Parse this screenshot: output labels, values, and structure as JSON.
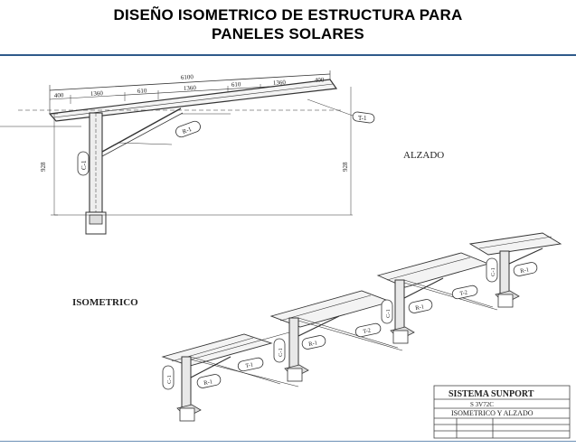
{
  "header": {
    "title_line1": "DISEÑO ISOMETRICO DE ESTRUCTURA PARA",
    "title_line2": "PANELES SOLARES"
  },
  "elevation": {
    "label": "ALZADO",
    "total_dim": "6100",
    "dims": [
      "400",
      "1360",
      "610",
      "1360",
      "610",
      "1360",
      "400"
    ],
    "tags": {
      "t1": "T-1",
      "r1": "R-1",
      "c1": "C-1"
    },
    "heights": {
      "left": "928",
      "right": "928"
    }
  },
  "isometric": {
    "label": "ISOMETRICO",
    "tags": {
      "t1": "T-1",
      "t2a": "T-2",
      "t2b": "T-2",
      "r1a": "R-1",
      "r1b": "R-1",
      "r1c": "R-1",
      "r1d": "R-1",
      "c1a": "C-1",
      "c1b": "C-1",
      "c1c": "C-1",
      "c1d": "C-1"
    }
  },
  "title_block": {
    "company": "SISTEMA SUNPORT",
    "code": "S 3V72C",
    "sheet": "ISOMETRICO Y ALZADO"
  },
  "colors": {
    "rule": "#2e5a8a",
    "line": "#333333"
  }
}
